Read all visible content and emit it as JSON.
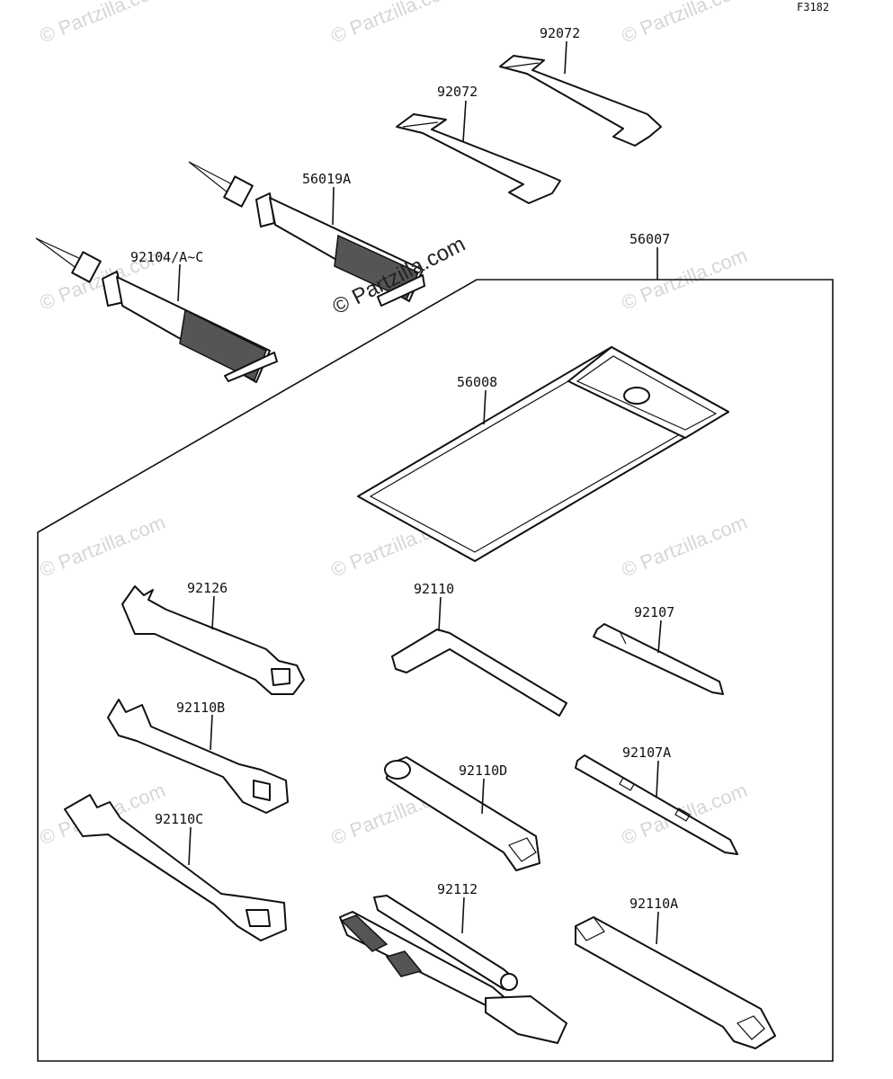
{
  "figure_code": "F3182",
  "watermark": {
    "text": "© Partzilla.com",
    "main_text": "© Partzilla.com"
  },
  "assembly": {
    "tool_kit_label": "56007"
  },
  "parts": [
    {
      "id": "strap-1",
      "label": "92072"
    },
    {
      "id": "strap-2",
      "label": "92072"
    },
    {
      "id": "grease-tube-a",
      "label": "56019A"
    },
    {
      "id": "grease-tube-b",
      "label": "92104/A~C"
    },
    {
      "id": "tool-case",
      "label": "56008"
    },
    {
      "id": "wrench-1",
      "label": "92126"
    },
    {
      "id": "hex-key",
      "label": "92110"
    },
    {
      "id": "screwdriver-1",
      "label": "92107"
    },
    {
      "id": "wrench-2",
      "label": "92110B"
    },
    {
      "id": "socket-wrench",
      "label": "92110D"
    },
    {
      "id": "screwdriver-2",
      "label": "92107A"
    },
    {
      "id": "wrench-3",
      "label": "92110C"
    },
    {
      "id": "pliers",
      "label": "92112"
    },
    {
      "id": "plug-wrench",
      "label": "92110A"
    }
  ]
}
